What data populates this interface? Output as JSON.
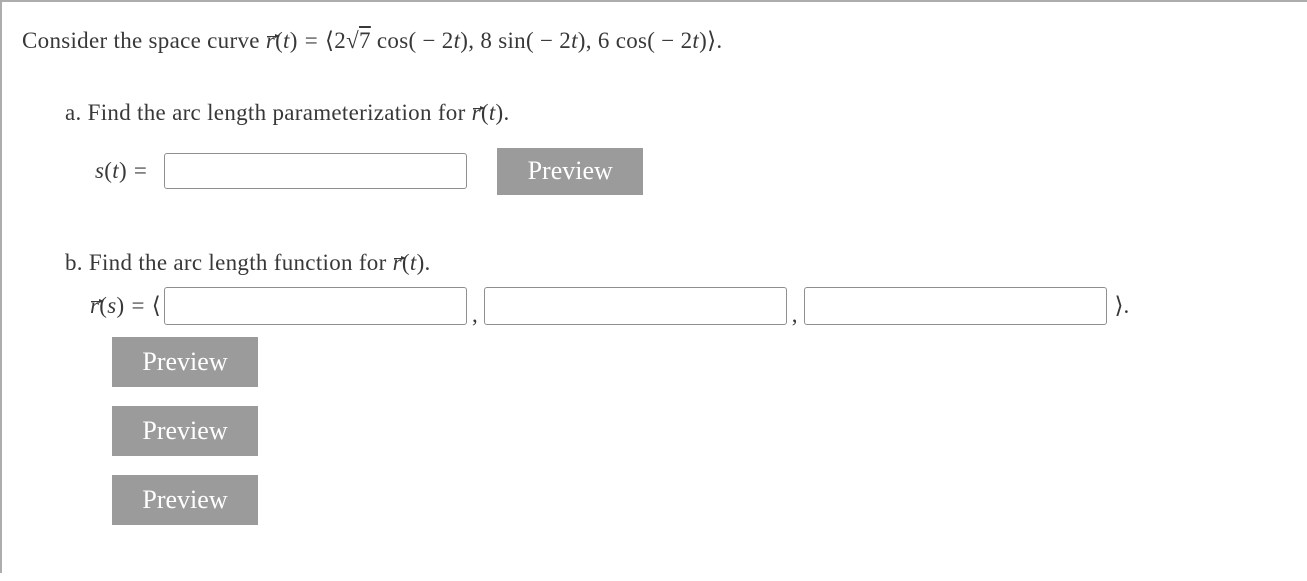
{
  "colors": {
    "text": "#383838",
    "panel_border": "#adadad",
    "input_border": "#8f8f8f",
    "button_bg": "#9b9b9b",
    "button_text": "#ffffff"
  },
  "problem": {
    "statement_segments": [
      {
        "t": "Consider the space curve ",
        "c": "rm"
      },
      {
        "t": "r",
        "c": "it vec"
      },
      {
        "t": "(",
        "c": "rm"
      },
      {
        "t": "t",
        "c": "it"
      },
      {
        "t": ")",
        "c": "rm"
      },
      {
        "t": "=",
        "c": "rm rel"
      },
      {
        "t": "⟨",
        "c": "rm"
      },
      {
        "t": "2",
        "c": "rm"
      },
      {
        "t": "√",
        "c": "rm"
      },
      {
        "t": "7",
        "c": "rm radicand"
      },
      {
        "t": " cos( − 2",
        "c": "rm"
      },
      {
        "t": "t",
        "c": "it"
      },
      {
        "t": "), 8 sin( − 2",
        "c": "rm"
      },
      {
        "t": "t",
        "c": "it"
      },
      {
        "t": "), 6 cos( − 2",
        "c": "rm"
      },
      {
        "t": "t",
        "c": "it"
      },
      {
        "t": ")",
        "c": "rm"
      },
      {
        "t": "⟩",
        "c": "rm"
      },
      {
        "t": ".",
        "c": "rm"
      }
    ]
  },
  "parts": {
    "a": {
      "label_segments": [
        {
          "t": "a. Find the arc length parameterization for ",
          "c": "rm"
        },
        {
          "t": "r",
          "c": "it vec"
        },
        {
          "t": "(",
          "c": "rm"
        },
        {
          "t": "t",
          "c": "it"
        },
        {
          "t": ").",
          "c": "rm"
        }
      ],
      "lhs_segments": [
        {
          "t": "s",
          "c": "it"
        },
        {
          "t": "(",
          "c": "rm"
        },
        {
          "t": "t",
          "c": "it"
        },
        {
          "t": ")",
          "c": "rm"
        },
        {
          "t": "=",
          "c": "rm rel"
        }
      ],
      "input_value": "",
      "preview_label": "Preview"
    },
    "b": {
      "label_segments": [
        {
          "t": "b. Find the arc length function for ",
          "c": "rm"
        },
        {
          "t": "r",
          "c": "it vec"
        },
        {
          "t": "(",
          "c": "rm"
        },
        {
          "t": "t",
          "c": "it"
        },
        {
          "t": ").",
          "c": "rm"
        }
      ],
      "lhs_segments": [
        {
          "t": "r",
          "c": "it vec"
        },
        {
          "t": "(",
          "c": "rm"
        },
        {
          "t": "s",
          "c": "it"
        },
        {
          "t": ")",
          "c": "rm"
        },
        {
          "t": "=",
          "c": "rm rel"
        },
        {
          "t": "⟨",
          "c": "rm"
        }
      ],
      "separator": ",",
      "closing": "⟩.",
      "input_values": [
        "",
        "",
        ""
      ],
      "preview_labels": [
        "Preview",
        "Preview",
        "Preview"
      ]
    }
  }
}
